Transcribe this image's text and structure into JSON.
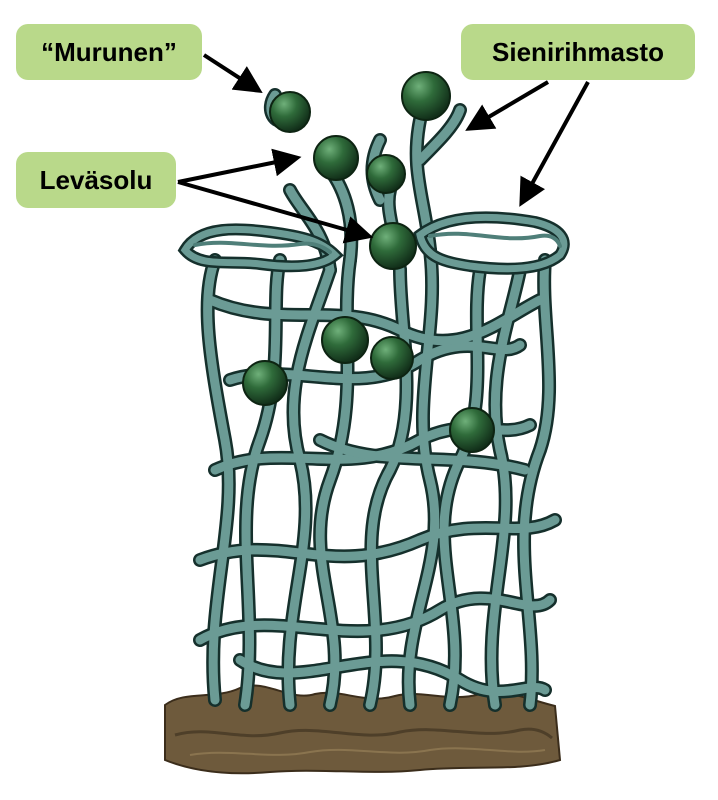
{
  "labels": {
    "murunen": "“Murunen”",
    "sienirihmasto": "Sienirihmasto",
    "levasolu": "Leväsolu"
  },
  "colors": {
    "label_bg": "#b9d98a",
    "hypha_fill": "#6b9b95",
    "hypha_outline": "#15302c",
    "algae_fill": "#2f6b3a",
    "algae_dark": "#1c3f24",
    "soil": "#6e5a3c",
    "arrow": "#000000"
  },
  "icons": [
    "lichen-structure-illustration",
    "soil-base",
    "algae-cell",
    "fungal-hypha",
    "pointer-arrow"
  ]
}
